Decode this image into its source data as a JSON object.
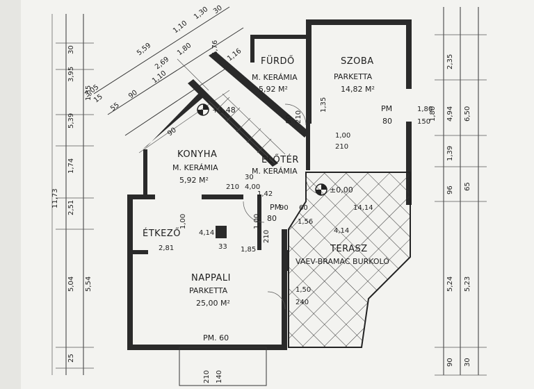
{
  "rooms": {
    "furdo": {
      "name": "FÜRDŐ",
      "floor": "M. KERÁMIA",
      "area": "5,92 M²"
    },
    "szoba": {
      "name": "SZOBA",
      "floor": "PARKETTA",
      "area": "14,82 M²"
    },
    "konyha": {
      "name": "KONYHA",
      "floor": "M. KERÁMIA",
      "area": "5,92 M²"
    },
    "eloter": {
      "name": "ELŐTÉR",
      "floor": "M. KERÁMIA"
    },
    "etkezo": {
      "name": "ÉTKEZŐ"
    },
    "nappali": {
      "name": "NAPPALI",
      "floor": "PARKETTA",
      "area": "25,00 M²"
    },
    "terasz": {
      "name": "TERASZ",
      "floor": "VAEV-BRAMAC BURKOLÓ"
    }
  },
  "markers": {
    "level_top": "+1,48",
    "level_zero": "±0,00",
    "pm_szoba": "PM",
    "pm_szoba_val": "80",
    "pm_nappali": "PM. 60",
    "pm_eloter": "PM",
    "pm_eloter_val": "80"
  },
  "dims_left": [
    "30",
    "3,95",
    "1,35",
    "5,39",
    "1,74",
    "11,73",
    "2,51",
    "5,04",
    "5,54",
    "25"
  ],
  "dims_right": [
    "2,35",
    "4,94",
    "6,50",
    "1,80",
    "1,39",
    "65",
    "96",
    "5,24",
    "5,23",
    "90",
    "30"
  ],
  "dims_top_diag": [
    "5,59",
    "1,10",
    "1,30",
    "2,69",
    "1,80",
    "55",
    "90",
    "1,10",
    "15",
    "30",
    "3,05",
    "1,76"
  ],
  "dims_inner": {
    "szoba_door_h": "1,80",
    "szoba_door_w": "150",
    "szoba_w1": "1,00",
    "szoba_w2": "210",
    "furdo_d1": "210",
    "furdo_d2": "90",
    "furdo_d3": "1,35",
    "eloter_1": "210",
    "eloter_2": "30",
    "eloter_3": "4,00",
    "eloter_4": "1,42",
    "etkezo_w": "2,81",
    "etkezo_d1": "1,00",
    "etkezo_d2": "4,14",
    "etkezo_d3": "1,00",
    "etkezo_d4": "210",
    "etkezo_d5": "33",
    "etkezo_d6": "1,85",
    "terasz_d1": "1,56",
    "terasz_d2": "4,14",
    "terasz_d3": "14,14",
    "nappali_d1": "1,50",
    "nappali_d2": "240",
    "bottom_d1": "210",
    "bottom_d2": "140",
    "konyha_d1": "1,16",
    "konyha_d2": "90",
    "eloter_d5": "90",
    "eloter_d6": "60"
  }
}
